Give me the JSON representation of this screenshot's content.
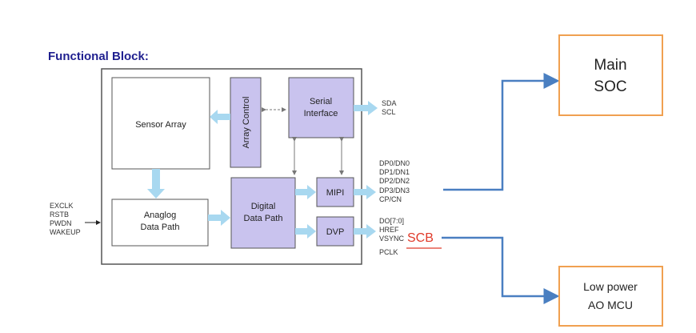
{
  "title": "Functional Block:",
  "blocks": {
    "sensor_array": "Sensor Array",
    "array_control": "Array Control",
    "serial_interface_line1": "Serial",
    "serial_interface_line2": "Interface",
    "analog_path_line1": "Anaglog",
    "analog_path_line2": "Data Path",
    "digital_path_line1": "Digital",
    "digital_path_line2": "Data Path",
    "mipi": "MIPI",
    "dvp": "DVP"
  },
  "inputs": [
    "EXCLK",
    "RSTB",
    "PWDN",
    "WAKEUP"
  ],
  "serial_signals": [
    "SDA",
    "SCL"
  ],
  "mipi_signals": [
    "DP0/DN0",
    "DP1/DN1",
    "DP2/DN2",
    "DP3/DN3",
    "CP/CN"
  ],
  "dvp_signals": [
    "DO[7:0]",
    "HREF",
    "VSYNC",
    "PCLK"
  ],
  "annotation": "SCB",
  "external": {
    "main_soc_line1": "Main",
    "main_soc_line2": "SOC",
    "mcu_line1": "Low power",
    "mcu_line2": "AO MCU"
  },
  "colors": {
    "title": "#1f1f8f",
    "block_fill": "#c9c3ee",
    "arrow_fill": "#a8d8f0",
    "wire": "#4a7fc1",
    "external_border": "#f0a050",
    "annotation": "#e03a2a"
  }
}
